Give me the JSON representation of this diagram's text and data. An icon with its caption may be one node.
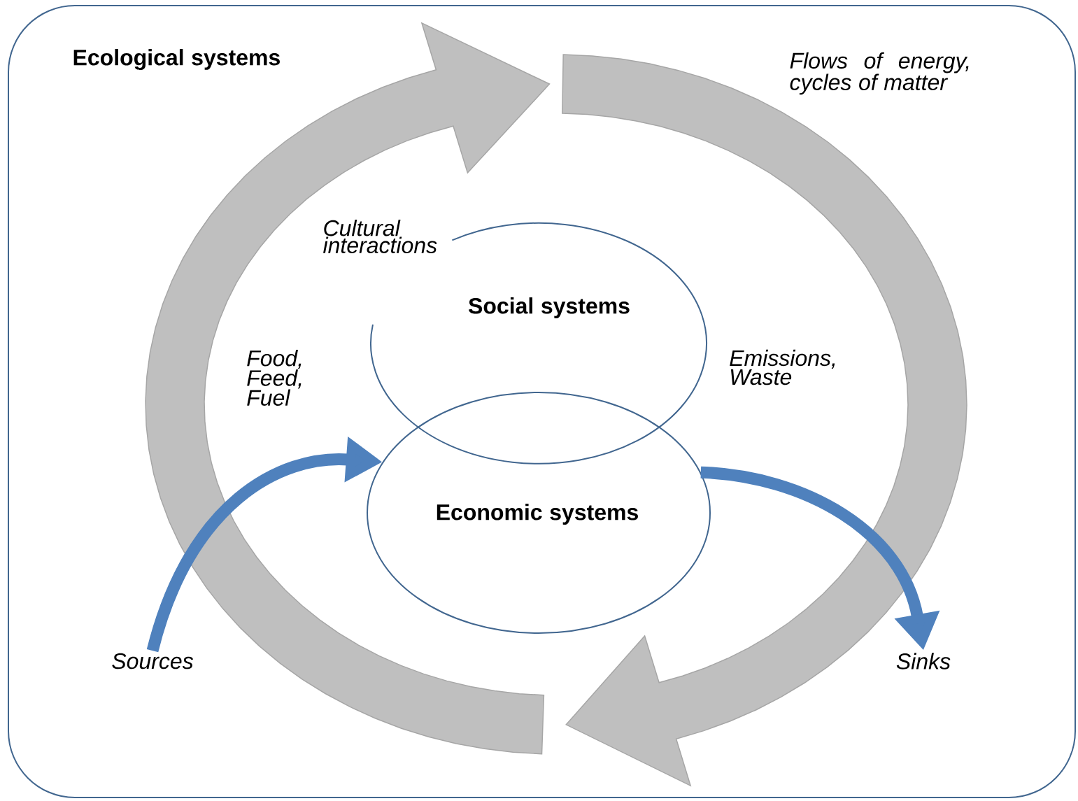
{
  "diagram": {
    "nodes": [
      {
        "text": [
          "Ecological systems"
        ]
      },
      {
        "text": [
          "Social systems"
        ],
        "in": 0
      },
      {
        "text": [
          "Economic systems"
        ],
        "in": 0
      },
      {
        "text": [
          "Sources"
        ],
        "in": 0
      },
      {
        "text": [
          "Sinks"
        ],
        "in": 0
      }
    ],
    "edges": [
      {
        "from": 3,
        "to": 2,
        "arrow": "to",
        "label": "Food, Feed, Fuel"
      },
      {
        "from": 2,
        "to": 4,
        "arrow": "to",
        "label": "Emissions, Waste"
      }
    ],
    "labels": [
      "Flows of energy, cycles of matter",
      "Cultural interactions"
    ]
  }
}
